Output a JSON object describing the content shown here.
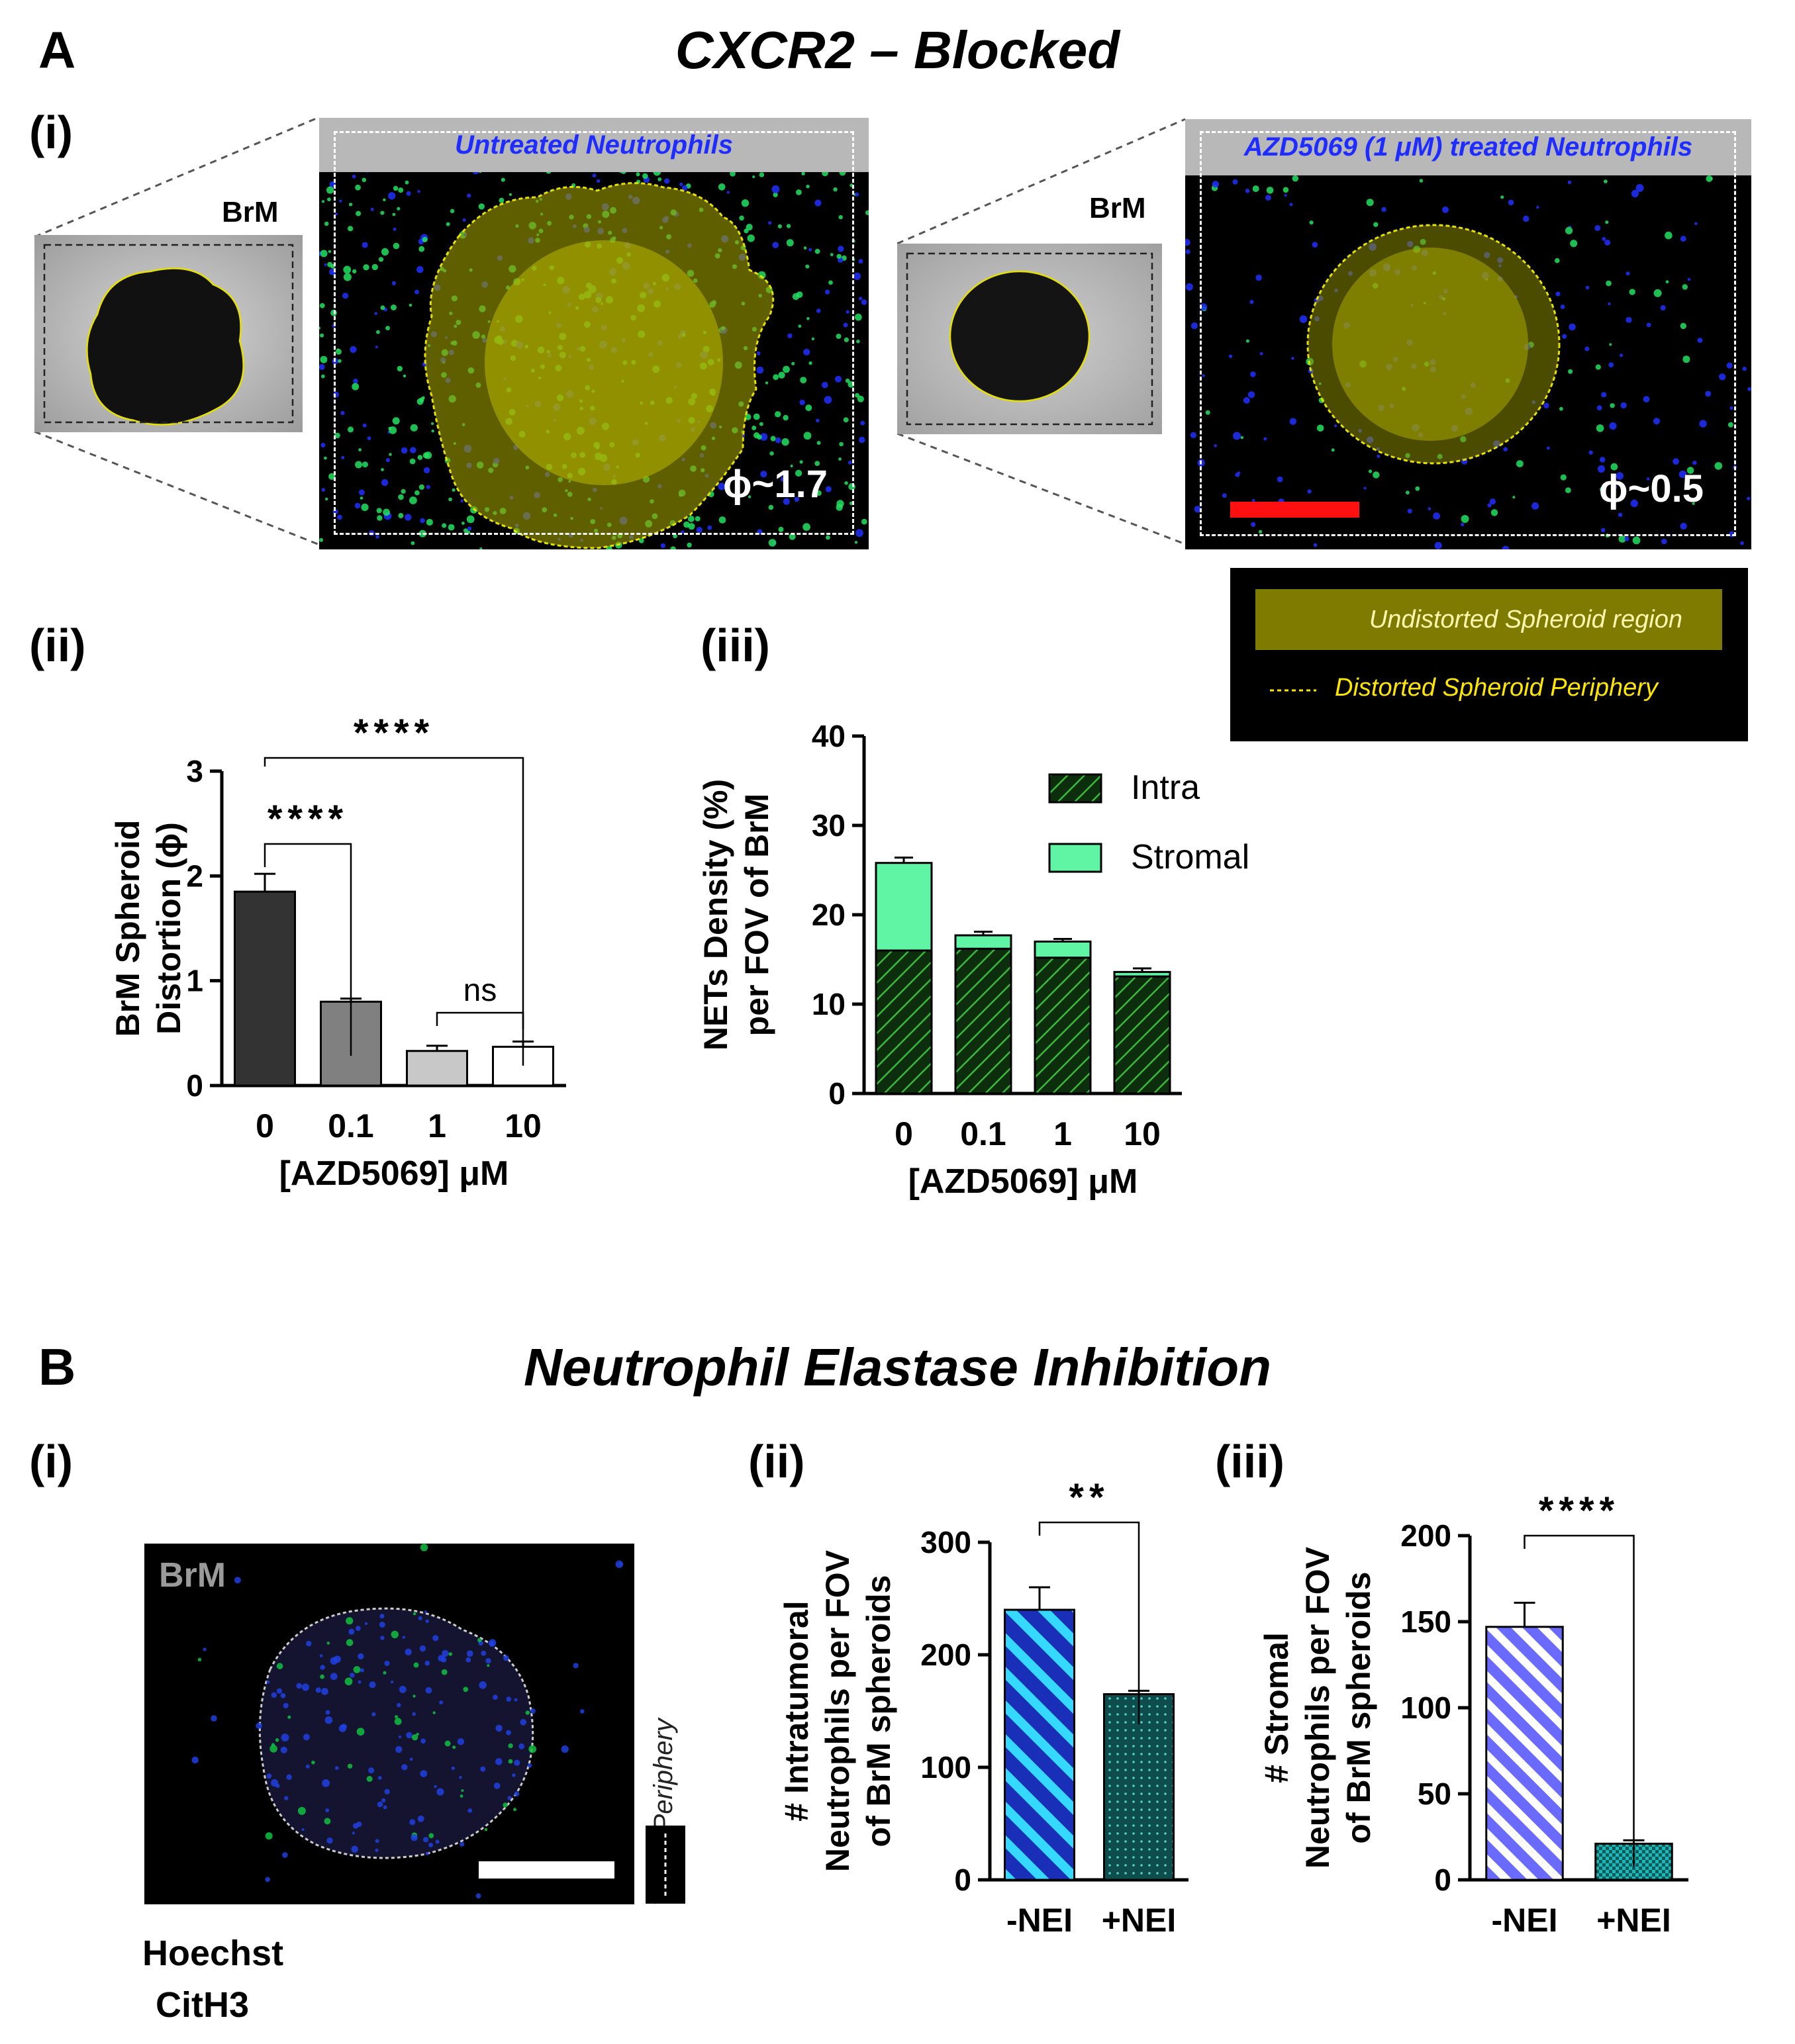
{
  "panel_A": {
    "letter": "A",
    "title": "CXCR2 – Blocked",
    "sub_i": "(i)",
    "sub_ii": "(ii)",
    "sub_iii": "(iii)",
    "left_image": {
      "brm_label": "BrM",
      "header": "Untreated Neutrophils",
      "phi_label": "ϕ~1.7"
    },
    "right_image": {
      "brm_label": "BrM",
      "header": "AZD5069 (1 μM) treated Neutrophils",
      "phi_label": "ϕ~0.5"
    },
    "legend": {
      "undistorted": "Undistorted Spheroid region",
      "distorted": "Distorted Spheroid Periphery"
    },
    "colors": {
      "green_stain": "#22e060",
      "blue_stain": "#2030ff",
      "overlay": "#8a8a00",
      "scale_bar_red": "#ff1010"
    }
  },
  "panel_B": {
    "letter": "B",
    "title": "Neutrophil Elastase Inhibition",
    "sub_i": "(i)",
    "sub_ii": "(ii)",
    "sub_iii": "(iii)",
    "image": {
      "brm_label": "BrM",
      "tumor_periphery_label": "TumorPeriphery"
    },
    "stains": {
      "hoechst": "Hoechst",
      "cith3": "CitH3"
    },
    "colors": {
      "hoechst": "#1f3fe0",
      "cith3": "#10c040"
    }
  },
  "chart_data": [
    {
      "id": "A-ii",
      "type": "bar",
      "categories": [
        "0",
        "0.1",
        "1",
        "10"
      ],
      "values": [
        1.85,
        0.8,
        0.33,
        0.37
      ],
      "errors": [
        0.17,
        0.03,
        0.05,
        0.05
      ],
      "bar_colors": [
        "#333333",
        "#808080",
        "#c8c8c8",
        "#ffffff"
      ],
      "ylabel_line1": "BrM Spheroid",
      "ylabel_line2": "Distortion (ϕ)",
      "xlabel": "[AZD5069] μM",
      "ylim": [
        0,
        3
      ],
      "yticks": [
        "0",
        "1",
        "2",
        "3"
      ],
      "significance": [
        {
          "from": 0,
          "to": 1,
          "label": "****"
        },
        {
          "from": 0,
          "to": 3,
          "label": "****"
        },
        {
          "from": 2,
          "to": 3,
          "label": "ns"
        }
      ]
    },
    {
      "id": "A-iii",
      "type": "bar",
      "stacked": true,
      "categories": [
        "0",
        "0.1",
        "1",
        "10"
      ],
      "series": [
        {
          "name": "Intra",
          "values": [
            16,
            16.2,
            15.2,
            13.1
          ],
          "errors": [
            2.7,
            0.6,
            0.7,
            0.4
          ],
          "color": "#1a5c1a",
          "pattern": "hatch"
        },
        {
          "name": "Stromal",
          "values": [
            9.8,
            1.5,
            1.8,
            0.5
          ],
          "errors": [
            0.6,
            0.4,
            0.3,
            0.4
          ],
          "color": "#5ff5a5"
        }
      ],
      "ylabel_line1": "NETs Density (%)",
      "ylabel_line2": "per FOV of BrM",
      "xlabel": "[AZD5069] μM",
      "ylim": [
        0,
        40
      ],
      "yticks": [
        "0",
        "10",
        "20",
        "30",
        "40"
      ],
      "legend_position": "top-right"
    },
    {
      "id": "B-ii",
      "type": "bar",
      "categories": [
        "-NEI",
        "+NEI"
      ],
      "values": [
        240,
        165
      ],
      "errors": [
        20,
        3
      ],
      "bar_colors": [
        "#1a2fb8",
        "#0e4d4d"
      ],
      "patterns": [
        "stripe-cyan",
        "dots"
      ],
      "ylabel_line1": "# Intratumoral",
      "ylabel_line2": "Neutrophils per FOV",
      "ylabel_line3": "of BrM spheroids",
      "ylim": [
        0,
        300
      ],
      "yticks": [
        "0",
        "100",
        "200",
        "300"
      ],
      "significance": [
        {
          "from": 0,
          "to": 1,
          "label": "**"
        }
      ]
    },
    {
      "id": "B-iii",
      "type": "bar",
      "categories": [
        "-NEI",
        "+NEI"
      ],
      "values": [
        147,
        21
      ],
      "errors": [
        14,
        2
      ],
      "bar_colors": [
        "#6a6aff",
        "#1ab8b8"
      ],
      "patterns": [
        "stripe-white",
        "check"
      ],
      "ylabel_line1": "# Stromal",
      "ylabel_line2": "Neutrophils per FOV",
      "ylabel_line3": "of BrM spheroids",
      "ylim": [
        0,
        200
      ],
      "yticks": [
        "0",
        "50",
        "100",
        "150",
        "200"
      ],
      "significance": [
        {
          "from": 0,
          "to": 1,
          "label": "****"
        }
      ]
    }
  ]
}
